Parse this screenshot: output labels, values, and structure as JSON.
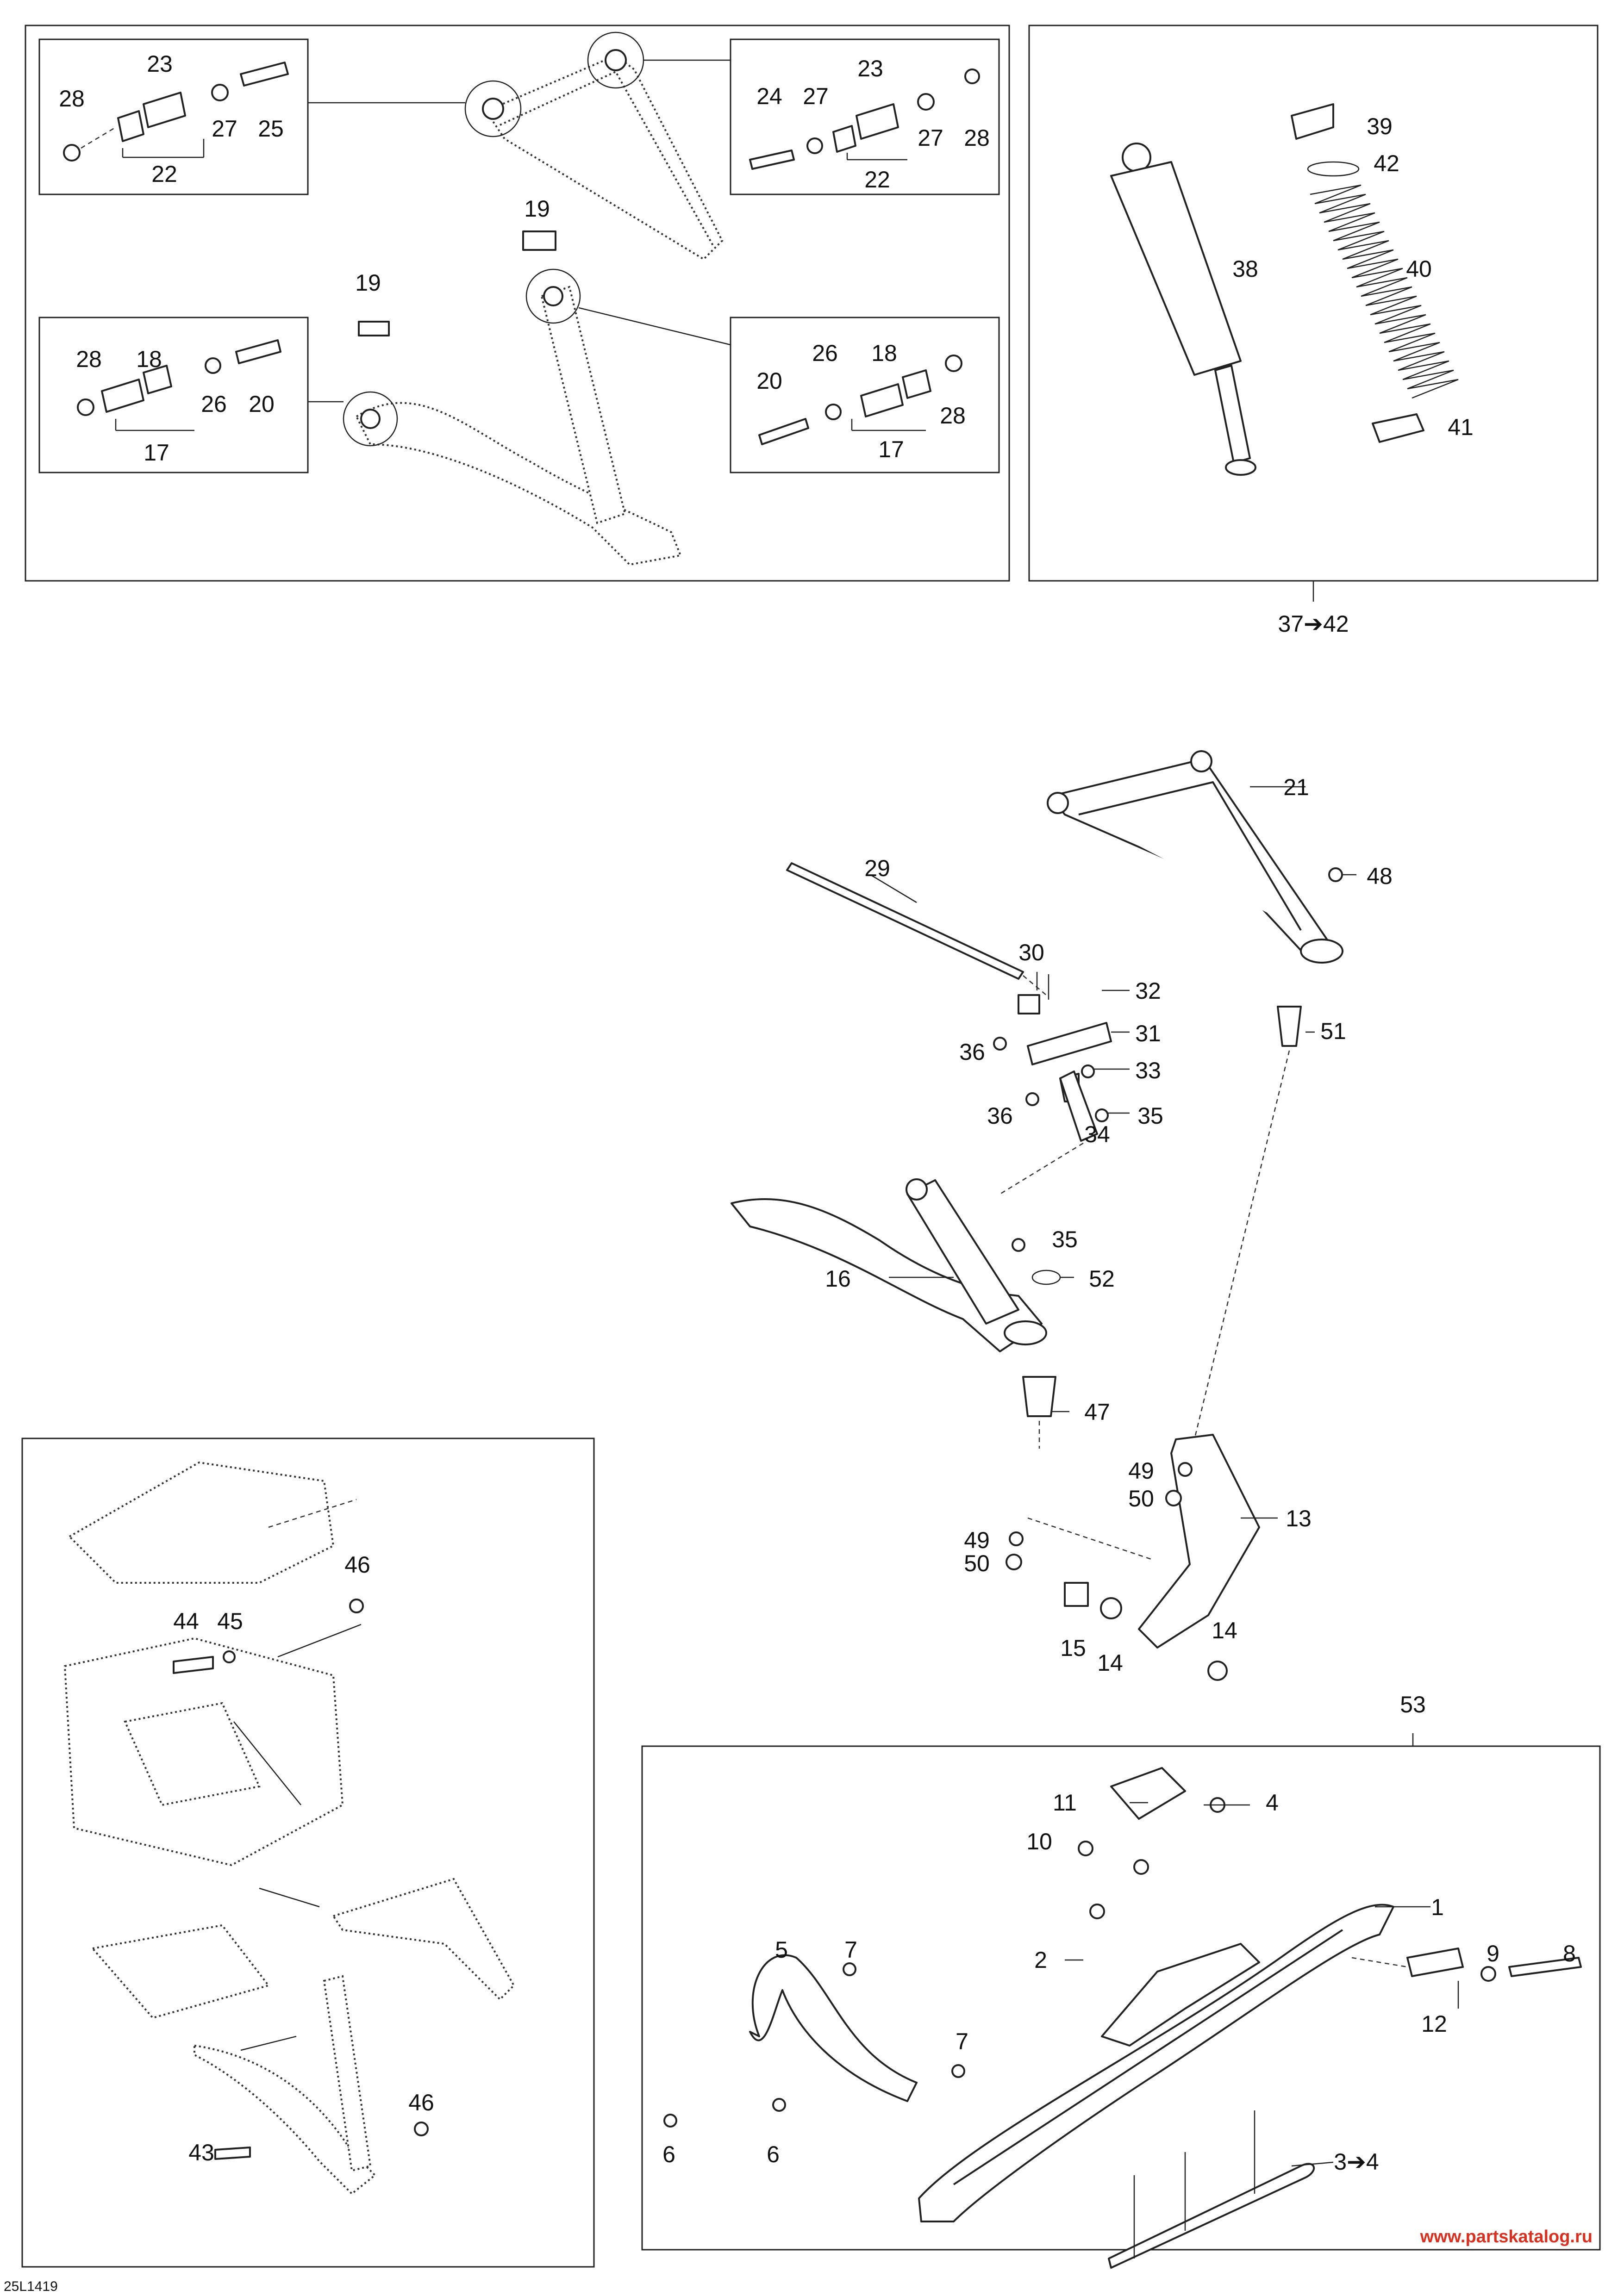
{
  "diagram": {
    "code": "25L1419",
    "watermark": "www.partskatalog.ru",
    "kit_labels": {
      "shock_kit": "37➔42",
      "ski_assembly": "53",
      "runner": "3➔4"
    },
    "callouts": {
      "p1": "1",
      "p2": "2",
      "p4": "4",
      "p5": "5",
      "p6": "6",
      "p7": "7",
      "p8": "8",
      "p9": "9",
      "p10": "10",
      "p11": "11",
      "p12": "12",
      "p13": "13",
      "p14": "14",
      "p15": "15",
      "p16": "16",
      "p17": "17",
      "p18": "18",
      "p19": "19",
      "p20": "20",
      "p21": "21",
      "p22": "22",
      "p23": "23",
      "p24": "24",
      "p25": "25",
      "p26": "26",
      "p27": "27",
      "p28": "28",
      "p29": "29",
      "p30": "30",
      "p31": "31",
      "p32": "32",
      "p33": "33",
      "p34": "34",
      "p35": "35",
      "p36": "36",
      "p38": "38",
      "p39": "39",
      "p40": "40",
      "p41": "41",
      "p42": "42",
      "p43": "43",
      "p44": "44",
      "p45": "45",
      "p46": "46",
      "p47": "47",
      "p48": "48",
      "p49": "49",
      "p50": "50",
      "p51": "51",
      "p52": "52"
    }
  }
}
